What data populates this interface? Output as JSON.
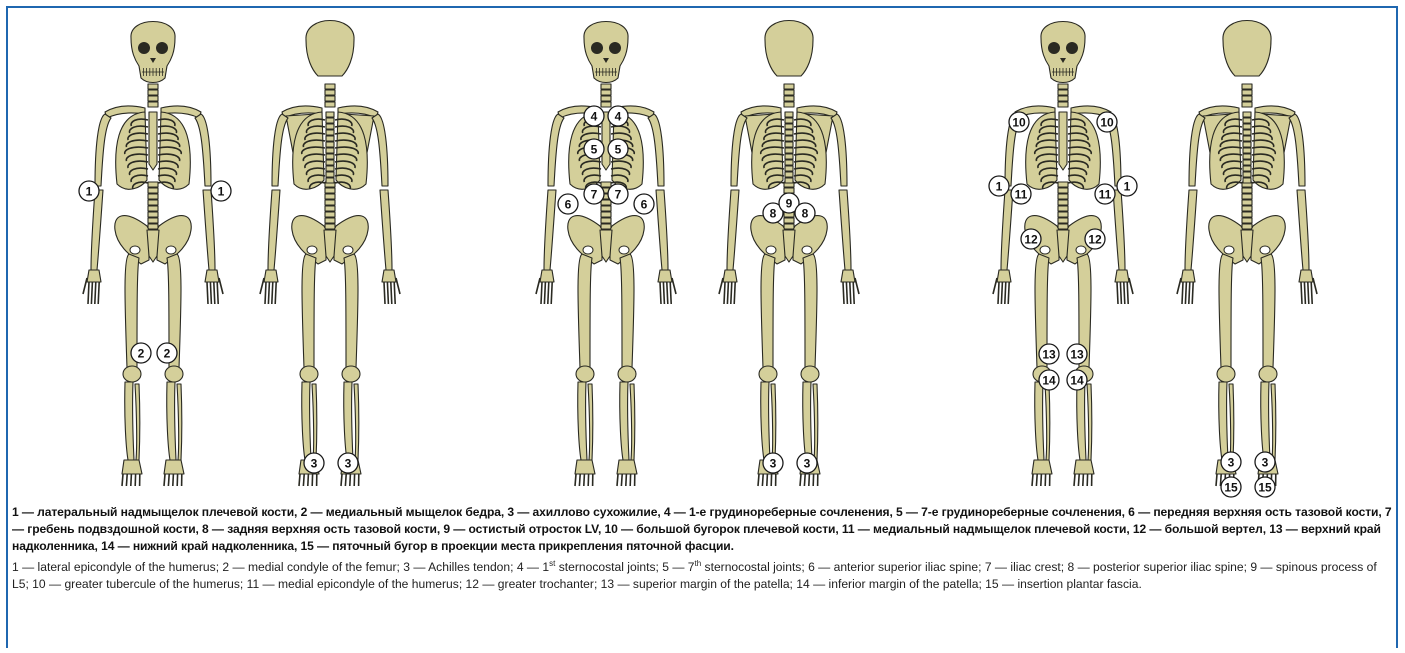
{
  "figure": {
    "skeletons": [
      {
        "name": "skeleton-1",
        "view": "front"
      },
      {
        "name": "skeleton-2",
        "view": "back"
      },
      {
        "name": "skeleton-3",
        "view": "front"
      },
      {
        "name": "skeleton-4",
        "view": "back"
      },
      {
        "name": "skeleton-5",
        "view": "front"
      },
      {
        "name": "skeleton-6",
        "view": "back"
      }
    ],
    "markers": [
      {
        "skeleton": 1,
        "label": "1",
        "side": "right-arm"
      },
      {
        "skeleton": 1,
        "label": "1",
        "side": "left-arm"
      },
      {
        "skeleton": 1,
        "label": "2",
        "side": "right-knee"
      },
      {
        "skeleton": 1,
        "label": "2",
        "side": "left-knee"
      },
      {
        "skeleton": 2,
        "label": "3",
        "side": "right-heel"
      },
      {
        "skeleton": 2,
        "label": "3",
        "side": "left-heel"
      },
      {
        "skeleton": 3,
        "label": "4",
        "side": "right-chest-upper"
      },
      {
        "skeleton": 3,
        "label": "4",
        "side": "left-chest-upper"
      },
      {
        "skeleton": 3,
        "label": "5",
        "side": "right-chest-lower"
      },
      {
        "skeleton": 3,
        "label": "5",
        "side": "left-chest-lower"
      },
      {
        "skeleton": 3,
        "label": "6",
        "side": "right-hip-outer"
      },
      {
        "skeleton": 3,
        "label": "7",
        "side": "right-hip-inner"
      },
      {
        "skeleton": 3,
        "label": "7",
        "side": "left-hip-inner"
      },
      {
        "skeleton": 3,
        "label": "6",
        "side": "left-hip-outer"
      },
      {
        "skeleton": 4,
        "label": "8",
        "side": "right-sacrum"
      },
      {
        "skeleton": 4,
        "label": "9",
        "side": "spine"
      },
      {
        "skeleton": 4,
        "label": "8",
        "side": "left-sacrum"
      },
      {
        "skeleton": 4,
        "label": "3",
        "side": "right-heel"
      },
      {
        "skeleton": 4,
        "label": "3",
        "side": "left-heel"
      },
      {
        "skeleton": 5,
        "label": "10",
        "side": "right-shoulder"
      },
      {
        "skeleton": 5,
        "label": "10",
        "side": "left-shoulder"
      },
      {
        "skeleton": 5,
        "label": "1",
        "side": "right-elbow-outer"
      },
      {
        "skeleton": 5,
        "label": "11",
        "side": "right-elbow-inner"
      },
      {
        "skeleton": 5,
        "label": "11",
        "side": "left-elbow-inner"
      },
      {
        "skeleton": 5,
        "label": "1",
        "side": "left-elbow-outer"
      },
      {
        "skeleton": 5,
        "label": "12",
        "side": "right-trochanter"
      },
      {
        "skeleton": 5,
        "label": "12",
        "side": "left-trochanter"
      },
      {
        "skeleton": 5,
        "label": "13",
        "side": "right-patella-top"
      },
      {
        "skeleton": 5,
        "label": "13",
        "side": "left-patella-top"
      },
      {
        "skeleton": 5,
        "label": "14",
        "side": "right-patella-bottom"
      },
      {
        "skeleton": 5,
        "label": "14",
        "side": "left-patella-bottom"
      },
      {
        "skeleton": 6,
        "label": "3",
        "side": "right-heel"
      },
      {
        "skeleton": 6,
        "label": "3",
        "side": "left-heel"
      },
      {
        "skeleton": 6,
        "label": "15",
        "side": "right-heel-low"
      },
      {
        "skeleton": 6,
        "label": "15",
        "side": "left-heel-low"
      }
    ],
    "colors": {
      "bone_fill": "#d4cf9a",
      "bone_stroke": "#2a2a22",
      "frame": "#1f67b0"
    }
  },
  "caption": {
    "russian": "1 — латеральный надмыщелок плечевой кости, 2 — медиальный мыщелок бедра, 3 — ахиллово сухожилие, 4 — 1-е грудинореберные сочленения, 5 — 7-е грудинореберные сочленения, 6 — передняя верхняя ость тазовой кости, 7 — гребень подвздошной кости, 8 — задняя верхняя ость тазовой кости, 9 — остистый отросток LV, 10 — большой бугорок плечевой кости, 11 — медиальный надмыщелок плечевой кости, 12 — большой вертел, 13 — верхний край надколенника, 14 — нижний край надколенника, 15 — пяточный бугор в проекции места прикрепления пяточной фасции.",
    "english_part1": "1 — lateral epicondyle of the humerus; 2 — medial condyle of the femur; 3 — Achilles tendon; 4 — 1",
    "english_sup1": "st",
    "english_part2": " sternocostal joints; 5 — 7",
    "english_sup2": "th",
    "english_part3": " sternocostal joints; 6 — anterior superior iliac spine; 7 — iliac crest; 8 — posterior superior iliac spine; 9 — spinous process of L5; 10 — greater tubercule of the humerus; 11 — medial epicondyle of the humerus; 12 — greater trochanter; 13 — superior margin of the patella; 14 — inferior margin of the patella; 15 — insertion plantar fascia."
  }
}
